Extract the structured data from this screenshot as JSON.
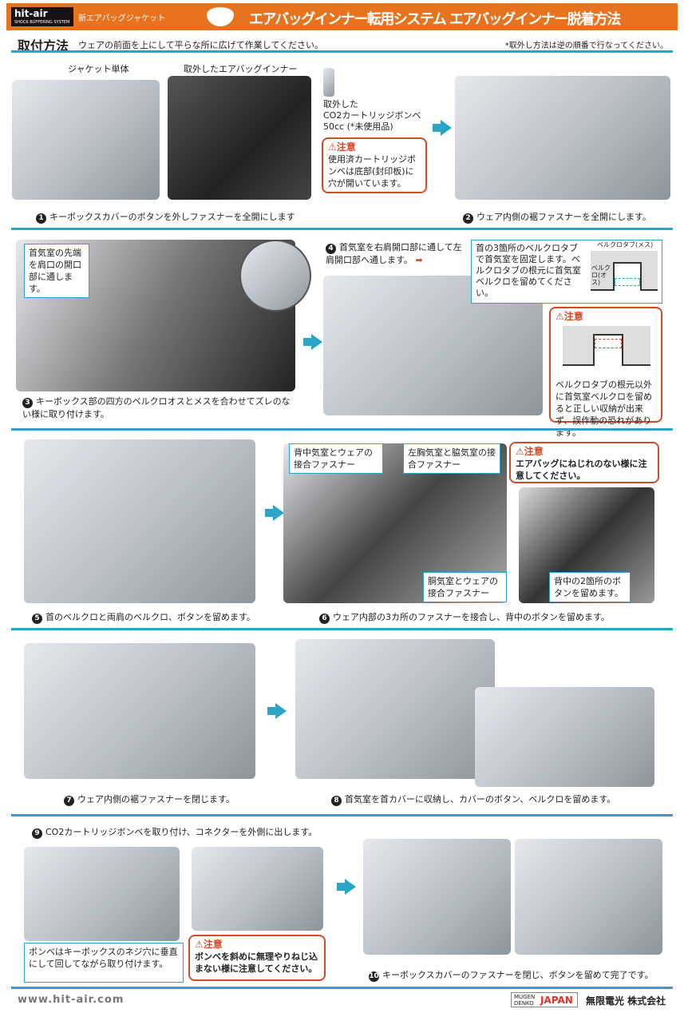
{
  "header": {
    "brand": "hit-air",
    "brand_sub": "SHOCK BUFFERING SYSTEM",
    "product": "新エアバッグジャケット",
    "title": "エアバッグインナー転用システム エアバッグインナー脱着方法"
  },
  "section": {
    "title": "取付方法",
    "desc": "ウェアの前面を上にして平らな所に広げて作業してください。",
    "note": "*取外し方法は逆の順番で行なってください。"
  },
  "row1": {
    "label_jacket": "ジャケット単体",
    "label_inner": "取外したエアバッグインナー",
    "cartridge": [
      "取外した",
      "CO2カートリッジボンベ",
      "50cc (*未使用品)"
    ],
    "caution_title": "注意",
    "caution_text": "使用済カートリッジボンベは底部(封印板)に穴が開いています。",
    "step1": "キーボックスカバーのボタンを外しファスナーを全開にします",
    "step2": "ウェア内側の裾ファスナーを全開にします。"
  },
  "row2": {
    "callout": "首気室の先端を肩口の開口部に通します。",
    "step3": "キーボックス部の四方のベルクロオスとメスを合わせてズレのない様に取り付けます。",
    "step4": "首気室を右肩開口部に通して左肩開口部へ通します。",
    "velcro_text": "首の3箇所のベルクロタブで首気室を固定します。ベルクロタブの根元に首気室ベルクロを留めてください。",
    "tab_female": "ベルクロタブ(メス)",
    "tab_male": "ベルクロ(オス)",
    "caution_title": "注意",
    "caution_text": "ベルクロタブの根元以外に首気室ベルクロを留めると正しい収納が出来ず、誤作動の恐れがあります。"
  },
  "row3": {
    "step5": "首のベルクロと両肩のベルクロ、ボタンを留めます。",
    "callout_back": "背中気室とウェアの接合ファスナー",
    "callout_chest": "左胸気室と脇気室の接合ファスナー",
    "callout_waist": "胴気室とウェアの接合ファスナー",
    "caution_title": "注意",
    "caution_text": "エアバッグにねじれのない様に注意してください。",
    "callout_buttons": "背中の2箇所のボタンを留めます。",
    "step6": "ウェア内部の3カ所のファスナーを接合し、背中のボタンを留めます。"
  },
  "row4": {
    "step7": "ウェア内側の裾ファスナーを閉じます。",
    "step8": "首気室を首カバーに収納し、カバーのボタン、ベルクロを留めます。"
  },
  "row5": {
    "step9": "CO2カートリッジボンベを取り付け、コネクターを外側に出します。",
    "callout": "ボンベはキーボックスのネジ穴に垂直にして回してながら取り付けます。",
    "caution_title": "注意",
    "caution_text": "ボンベを斜めに無理やりねじ込まない様に注意してください。",
    "step10": "キーボックスカバーのファスナーを閉じ、ボタンを留めて完了です。"
  },
  "footer": {
    "url": "www.hit-air.com",
    "maker_logo": "MUGEN DENKO JAPAN",
    "company": "無限電光 株式会社"
  },
  "steps": [
    "1",
    "2",
    "3",
    "4",
    "5",
    "6",
    "7",
    "8",
    "9",
    "10"
  ],
  "colors": {
    "orange": "#e8731e",
    "teal": "#2aa5c8",
    "caution": "#d24a2a"
  }
}
